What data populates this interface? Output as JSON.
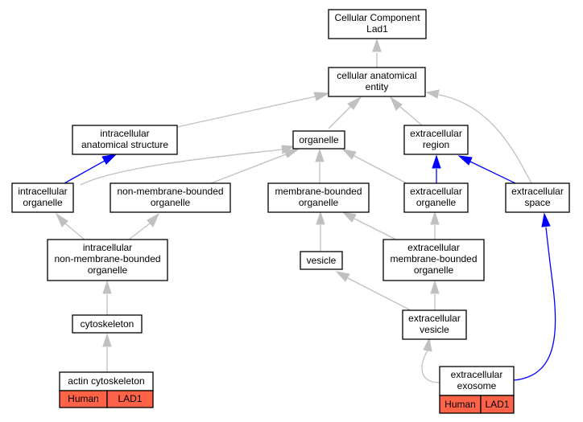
{
  "diagram": {
    "nodes": {
      "cc_root": [
        "Cellular Component",
        "Lad1"
      ],
      "cae": [
        "cellular anatomical",
        "entity"
      ],
      "ias": [
        "intracellular",
        "anatomical structure"
      ],
      "organelle": [
        "organelle"
      ],
      "ecr": [
        "extracellular",
        "region"
      ],
      "io": [
        "intracellular",
        "organelle"
      ],
      "nmbo": [
        "non-membrane-bounded",
        "organelle"
      ],
      "mbo": [
        "membrane-bounded",
        "organelle"
      ],
      "eco": [
        "extracellular",
        "organelle"
      ],
      "ecs": [
        "extracellular",
        "space"
      ],
      "inmbo": [
        "intracellular",
        "non-membrane-bounded",
        "organelle"
      ],
      "vesicle": [
        "vesicle"
      ],
      "ecmbo": [
        "extracellular",
        "membrane-bounded",
        "organelle"
      ],
      "cytoskeleton": [
        "cytoskeleton"
      ],
      "ecv": [
        "extracellular",
        "vesicle"
      ],
      "actin": [
        "actin cytoskeleton"
      ],
      "exosome": [
        "extracellular",
        "exosome"
      ]
    },
    "annotations": {
      "actin": [
        "Human",
        "LAD1"
      ],
      "exosome": [
        "Human",
        "LAD1"
      ]
    },
    "edge_types": {
      "is_a": "#c0c0c0",
      "part_of": "#0000ff"
    },
    "colors": {
      "annotation_fill": "#ff6347",
      "node_fill": "#ffffff",
      "node_border": "#000000"
    }
  }
}
